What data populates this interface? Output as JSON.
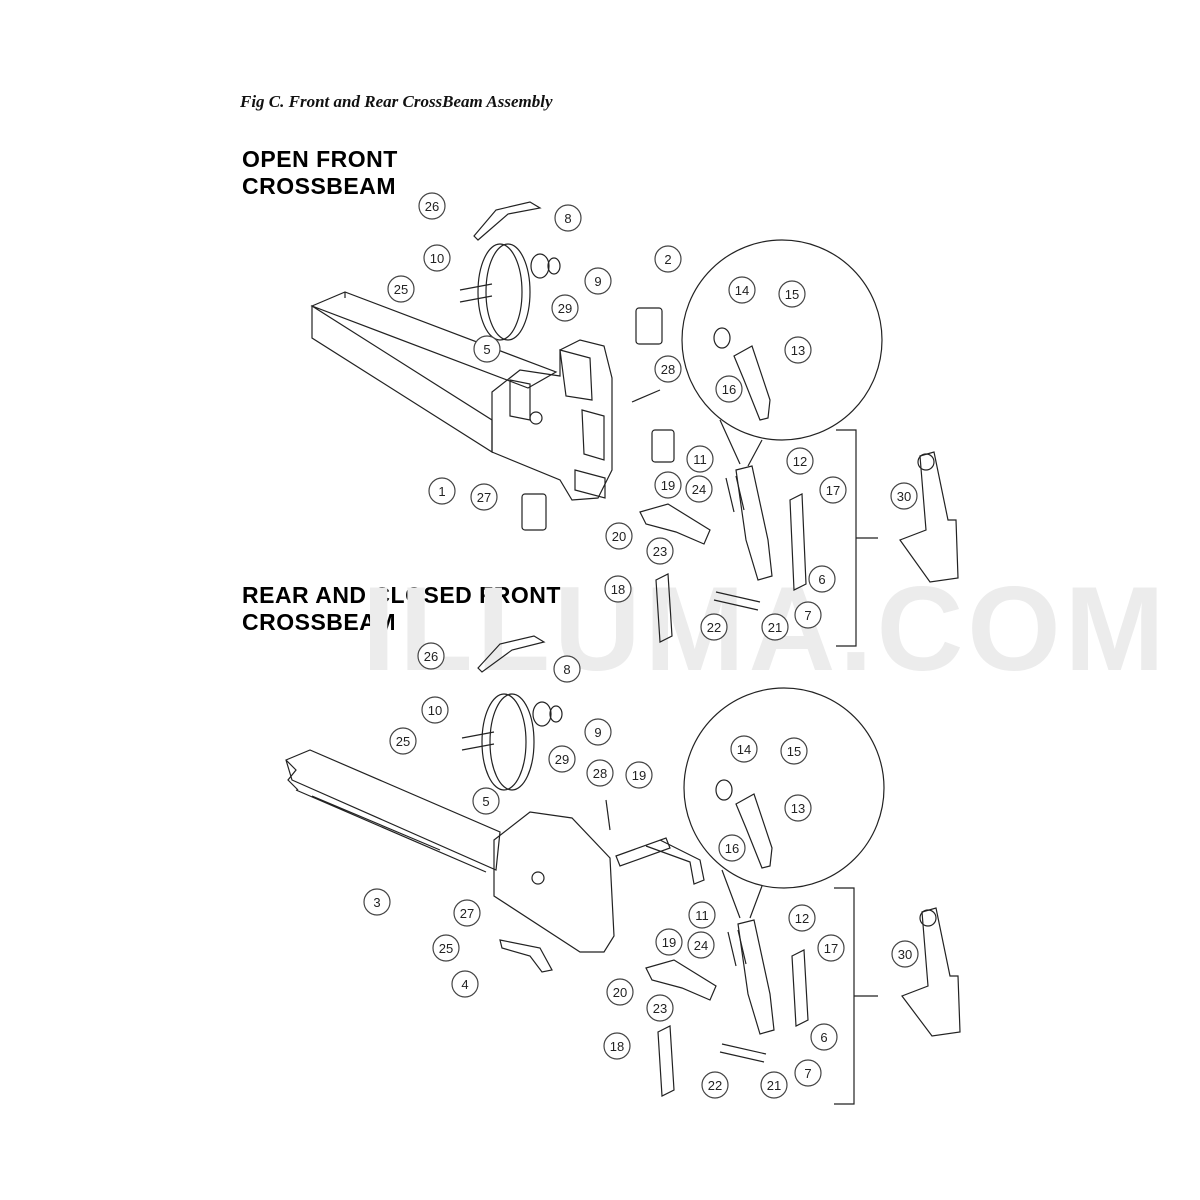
{
  "caption": "Fig C.  Front and Rear CrossBeam Assembly",
  "watermark": "ILLUMA.COM",
  "sections": [
    {
      "title_line1": "OPEN FRONT",
      "title_line2": "CROSSBEAM"
    },
    {
      "title_line1": "REAR AND CLOSED FRONT",
      "title_line2": "CROSSBEAM"
    }
  ],
  "callouts_top": [
    "26",
    "8",
    "10",
    "9",
    "25",
    "29",
    "5",
    "2",
    "14",
    "15",
    "13",
    "16",
    "28",
    "1",
    "27",
    "11",
    "12",
    "19",
    "24",
    "17",
    "30",
    "20",
    "23",
    "6",
    "18",
    "7",
    "22",
    "21"
  ],
  "callouts_bottom": [
    "26",
    "8",
    "10",
    "9",
    "25",
    "29",
    "5",
    "28",
    "19",
    "14",
    "15",
    "13",
    "16",
    "3",
    "27",
    "11",
    "12",
    "19",
    "24",
    "17",
    "30",
    "25",
    "4",
    "20",
    "23",
    "6",
    "18",
    "7",
    "22",
    "21"
  ]
}
